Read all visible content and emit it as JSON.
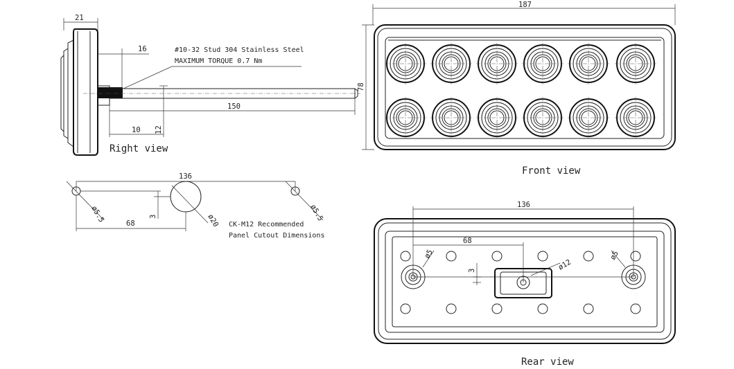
{
  "views": {
    "right": "Right view",
    "front": "Front view",
    "rear": "Rear view"
  },
  "notes": {
    "stud_line1": "#10-32 Stud 304 Stainless Steel",
    "stud_line2": "MAXIMUM TORQUE 0.7 Nm",
    "cutout_line1": "CK-M12 Recommended",
    "cutout_line2": "Panel Cutout Dimensions"
  },
  "dimensions": {
    "right_view": {
      "depth": "21",
      "stud_offset": "16",
      "stud_length": "150",
      "stud_start": "10",
      "height": "12"
    },
    "front_view": {
      "width": "187",
      "height": "78"
    },
    "cutout": {
      "span": "136",
      "half": "68",
      "offset": "3",
      "hole_left": "ø5.5",
      "hole_center": "ø20",
      "hole_right": "ø5.5"
    },
    "rear_view": {
      "span": "136",
      "half": "68",
      "offset": "3",
      "hole_left": "ø5",
      "hole_center": "ø12",
      "hole_right": "ø5"
    }
  }
}
